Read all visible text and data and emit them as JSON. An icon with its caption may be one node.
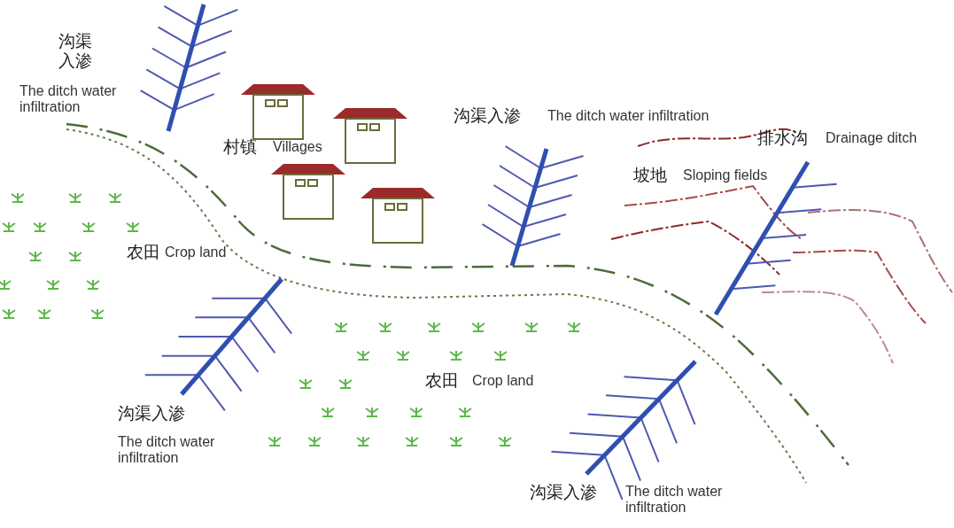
{
  "diagram": {
    "labels": [
      "沟渠入渗",
      "The ditch water infiltration",
      "村镇",
      "Villages",
      "沟渠入渗",
      "The ditch water infiltration",
      "排水沟",
      "Drainage ditch",
      "坡地",
      "Sloping fields",
      "农田",
      "Crop land",
      "农田",
      "Crop land",
      "沟渠入渗",
      "The ditch water infiltration",
      "沟渠入渗",
      "The ditch water infiltration"
    ]
  }
}
